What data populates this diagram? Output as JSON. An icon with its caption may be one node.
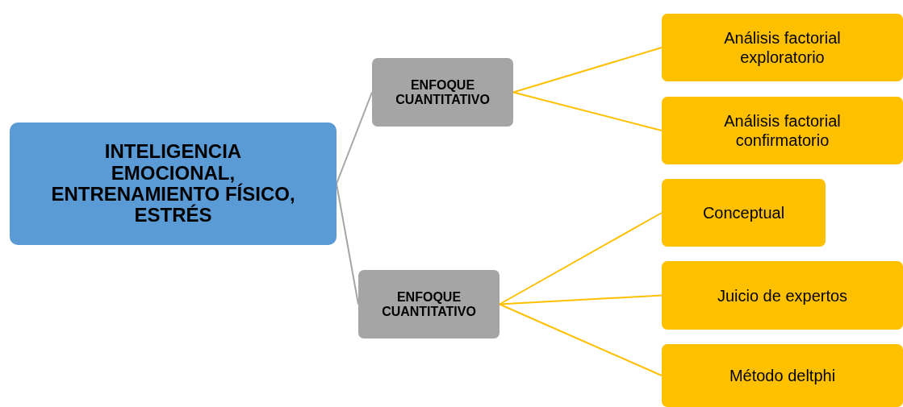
{
  "diagram": {
    "nodes": [
      {
        "text": [
          "INTELIGENCIA EMOCIONAL, ENTRENAMIENTO FÍSICO, ESTRÉS"
        ]
      },
      {
        "text": [
          "ENFOQUE CUANTITATIVO"
        ]
      },
      {
        "text": [
          "Análisis factorial exploratorio"
        ]
      },
      {
        "text": [
          "Análisis factorial confirmatorio"
        ]
      },
      {
        "text": [
          "ENFOQUE CUANTITATIVO"
        ]
      },
      {
        "text": [
          "Conceptual"
        ]
      },
      {
        "text": [
          "Juicio de expertos"
        ]
      },
      {
        "text": [
          "Método deltphi"
        ]
      }
    ],
    "edges": [
      {
        "from": 0,
        "to": 1,
        "arrow": "none",
        "color": "#a5a5a5"
      },
      {
        "from": 1,
        "to": 2,
        "arrow": "none"
      },
      {
        "from": 1,
        "to": 3,
        "arrow": "none"
      },
      {
        "from": 0,
        "to": 4,
        "arrow": "none",
        "color": "#a5a5a5"
      },
      {
        "from": 4,
        "to": 5,
        "arrow": "none"
      },
      {
        "from": 4,
        "to": 6,
        "arrow": "none"
      },
      {
        "from": 4,
        "to": 7,
        "arrow": "none"
      }
    ]
  }
}
